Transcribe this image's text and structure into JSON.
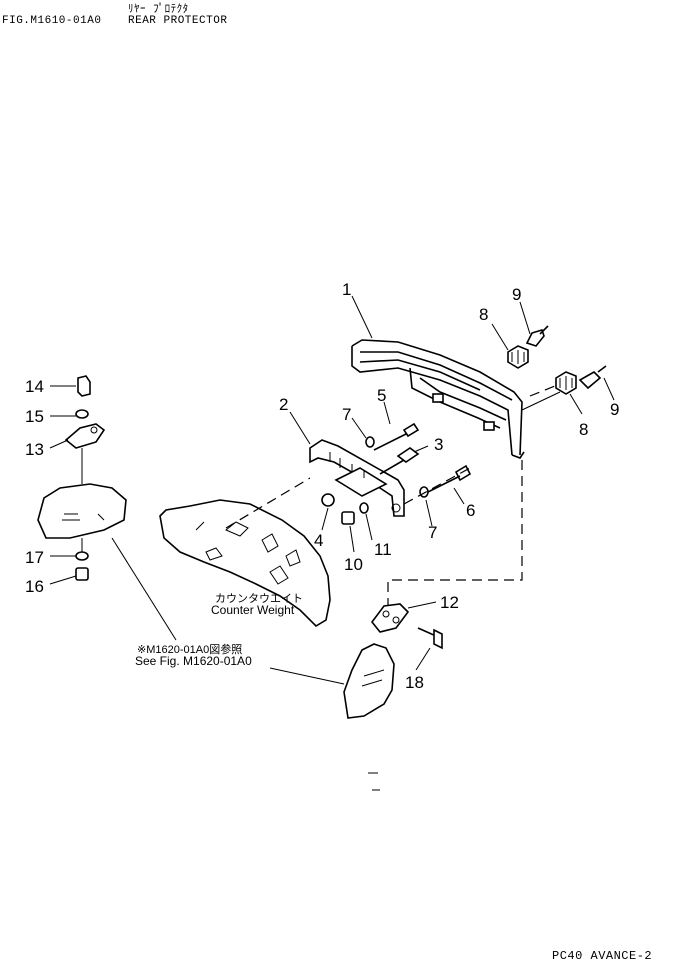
{
  "header": {
    "fig_no": "FIG.M1610-01A0",
    "title_jp": "ﾘﾔｰ ﾌﾟﾛﾃｸﾀ",
    "title_en": "REAR PROTECTOR"
  },
  "part_labels": [
    "1",
    "2",
    "3",
    "4",
    "5",
    "6",
    "7",
    "7",
    "8",
    "8",
    "9",
    "9",
    "10",
    "11",
    "12",
    "13",
    "14",
    "15",
    "16",
    "17",
    "18"
  ],
  "notes": {
    "counter_weight_jp": "カウンタウエイト",
    "counter_weight_en": "Counter Weight",
    "see_fig_jp": "※M1620-01A0図参照",
    "see_fig_en": "See Fig. M1620-01A0"
  },
  "footer": {
    "model": "PC40 AVANCE-2"
  }
}
